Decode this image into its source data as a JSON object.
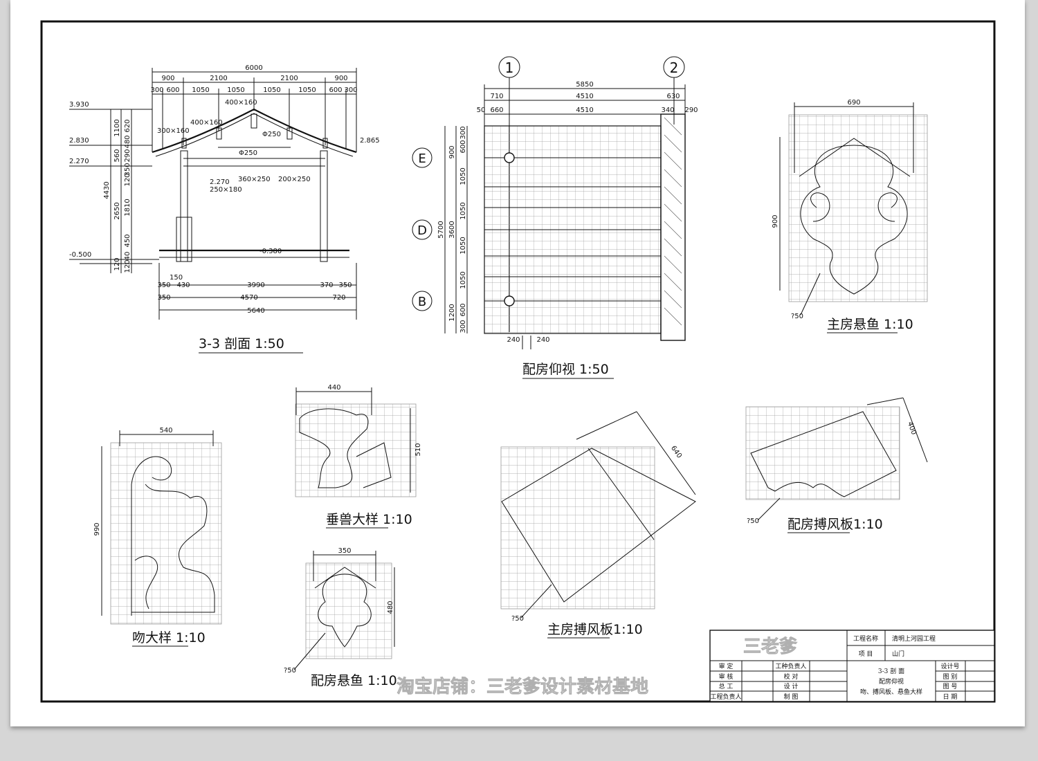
{
  "section_3_3": {
    "title": "3-3  剖面  1:50",
    "top_total": "6000",
    "top_row1": [
      "900",
      "2100",
      "2100",
      "900"
    ],
    "top_row2": [
      "300",
      "600",
      "1050",
      "1050",
      "1050",
      "1050",
      "600",
      "300"
    ],
    "elev_top": "3.930",
    "elev_2830": "2.830",
    "elev_2270": "2.270",
    "elev_neg500": "-0.500",
    "elev_right": "2.865",
    "elev_inner": "2.270",
    "elev_floor": "-0.380",
    "left_total": "4430",
    "left_col1": [
      "1100",
      "560",
      "2650",
      "120"
    ],
    "left_col2": [
      "620",
      "480",
      "290",
      "350",
      "120",
      "1810",
      "450",
      "40",
      "120"
    ],
    "member_400x160_top": "400×160",
    "member_400x160": "400×160",
    "member_300x160": "300×160",
    "member_d250a": "Φ250",
    "member_d250b": "Φ250",
    "member_250x180": "250×180",
    "member_360x250": "360×250",
    "member_200x250": "200×250",
    "bottom_150": "150",
    "bottom_row1": [
      "350",
      "430",
      "3990",
      "370",
      "350"
    ],
    "bottom_row2": [
      "350",
      "4570",
      "720"
    ],
    "bottom_total": "5640"
  },
  "bottom_view": {
    "title": "配房仰视  1:50",
    "axis1": "1",
    "axis2": "2",
    "axisE": "E",
    "axisD": "D",
    "axisB": "B",
    "top_total": "5850",
    "top_row1": [
      "710",
      "4510",
      "630"
    ],
    "top_row2": [
      "50",
      "660",
      "4510",
      "340",
      "290"
    ],
    "left_total": "5700",
    "left_col1": [
      "900",
      "3600",
      "1200"
    ],
    "left_col2": [
      "600",
      "1050",
      "1050",
      "1050",
      "1050",
      "600",
      "300"
    ],
    "left_top300": "300",
    "bottom_dims": [
      "240",
      "240"
    ]
  },
  "main_suspended_fish": {
    "title": "主房悬鱼  1:10",
    "width": "690",
    "height": "900",
    "note": "?50"
  },
  "kiss_beast": {
    "title": "吻大样  1:10",
    "width": "540",
    "height": "990"
  },
  "hanging_beast": {
    "title": "垂兽大样  1:10",
    "width": "440",
    "height": "510"
  },
  "side_suspended_fish": {
    "title": "配房悬鱼  1:10",
    "width": "350",
    "height": "480",
    "note": "?50"
  },
  "main_wind_board": {
    "title": "主房搏风板1:10",
    "size": "640",
    "note": "?50"
  },
  "side_wind_board": {
    "title": "配房搏风板1:10",
    "size": "400",
    "note": "?50"
  },
  "title_block": {
    "project_label": "工程名称",
    "project_value": "清明上河园工程",
    "item_label": "项  目",
    "item_value": "山门",
    "rows": [
      [
        "审  定",
        "工种负责人"
      ],
      [
        "审  核",
        "校  对"
      ],
      [
        "总  工",
        "设  计"
      ],
      [
        "工程负责人",
        "制  图"
      ]
    ],
    "drawing_lines": [
      "3-3 剖 面",
      "配房仰视",
      "吻、搏风板、悬鱼大样"
    ],
    "right_labels": [
      "设计号",
      "图  别",
      "图  号",
      "日  期"
    ]
  },
  "watermark": {
    "brand": "三老爹",
    "shop": "淘宝店铺：三老爹设计素材基地"
  }
}
